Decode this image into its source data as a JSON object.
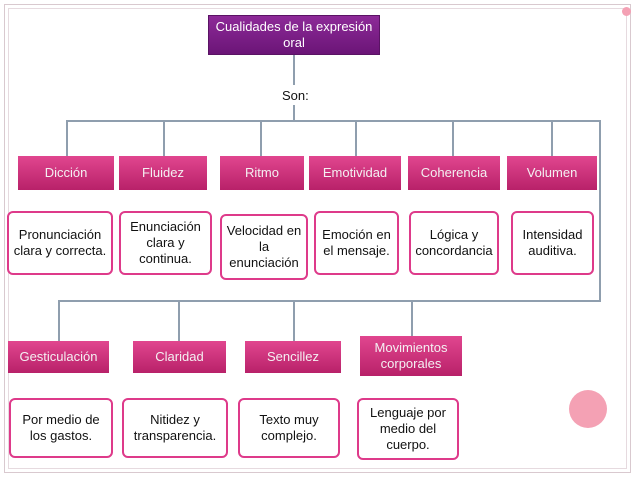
{
  "diagram": {
    "title": "Cualidades de la expresión oral",
    "connector": "Son:",
    "row1": [
      {
        "name": "Dicción",
        "description": "Pronunciación clara y correcta."
      },
      {
        "name": "Fluidez",
        "description": "Enunciación clara y continua."
      },
      {
        "name": "Ritmo",
        "description": "Velocidad en la enunciación"
      },
      {
        "name": "Emotividad",
        "description": "Emoción en el mensaje."
      },
      {
        "name": "Coherencia",
        "description": "Lógica y concordancia"
      },
      {
        "name": "Volumen",
        "description": "Intensidad auditiva."
      }
    ],
    "row2": [
      {
        "name": "Gesticulación",
        "description": "Por medio de los gastos."
      },
      {
        "name": "Claridad",
        "description": "Nitidez y transparencia."
      },
      {
        "name": "Sencillez",
        "description": "Texto muy complejo."
      },
      {
        "name": "Movimientos corporales",
        "description": "Lenguaje por medio del cuerpo."
      }
    ]
  },
  "colors": {
    "title_box": "#7a1d86",
    "category_box": "#d0337c",
    "description_border": "#de3a8a",
    "connector_line": "#8f9eae",
    "decoration": "#f4a1b4"
  }
}
